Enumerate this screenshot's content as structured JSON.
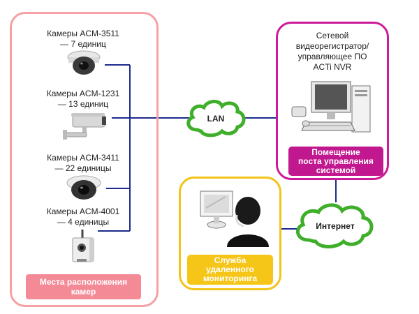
{
  "colors": {
    "camera_box_border": "#f4a0a4",
    "camera_tag_bg": "#f48a96",
    "nvr_box_border": "#cc1b9a",
    "nvr_tag_bg": "#c2188f",
    "monitor_box_border": "#f2c41a",
    "monitor_tag_bg": "#f5c518",
    "line": "#1b2a8c",
    "cloud_fill": "#ffffff",
    "cloud_stroke": "#3fae2a"
  },
  "cameras": [
    {
      "line1": "Камеры ACM-3511",
      "line2": "— 7 единиц",
      "icon": "dome-camera-icon"
    },
    {
      "line1": "Камеры ACM-1231",
      "line2": "— 13 единиц",
      "icon": "bullet-camera-icon"
    },
    {
      "line1": "Камеры ACM-3411",
      "line2": "— 22 единицы",
      "icon": "dome-camera-icon"
    },
    {
      "line1": "Камеры ACM-4001",
      "line2": "— 4 единицы",
      "icon": "cube-camera-icon"
    }
  ],
  "camera_tag": {
    "line1": "Места расположения",
    "line2": "камер"
  },
  "lan_label": "LAN",
  "internet_label": "Интернет",
  "nvr": {
    "text_lines": [
      "Сетевой",
      "видеорегистратор/",
      "управляющее ПО",
      "ACTi NVR"
    ],
    "tag_lines": [
      "Помещение",
      "поста управления",
      "системой"
    ]
  },
  "monitoring": {
    "tag_lines": [
      "Служба",
      "удаленного",
      "мониторинга"
    ]
  }
}
